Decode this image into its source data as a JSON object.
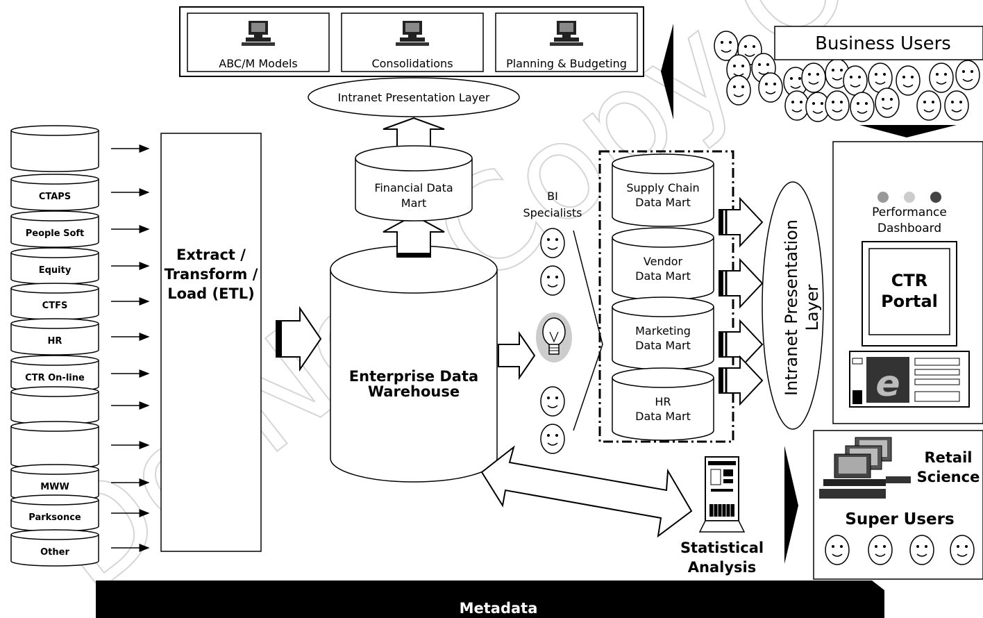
{
  "top_apps": [
    {
      "label": "ABC/M Models",
      "icon": "computer-icon"
    },
    {
      "label": "Consolidations",
      "icon": "computer-icon"
    },
    {
      "label": "Planning & Budgeting",
      "icon": "computer-icon"
    }
  ],
  "intranet_top": "Intranet Presentation Layer",
  "business_users": "Business Users",
  "sources": [
    "",
    "CTAPS",
    "People Soft",
    "Equity",
    "CTFS",
    "HR",
    "CTR On-line",
    "",
    "",
    "MWW",
    "Parksonce",
    "Other"
  ],
  "etl": [
    "Extract /",
    "Transform /",
    "Load (ETL)"
  ],
  "financial_mart": [
    "Financial Data",
    "Mart"
  ],
  "edw": [
    "Enterprise Data",
    "Warehouse"
  ],
  "bi_specialists": [
    "BI",
    "Specialists"
  ],
  "data_marts": [
    [
      "Supply Chain",
      "Data Mart"
    ],
    [
      "Vendor",
      "Data Mart"
    ],
    [
      "Marketing",
      "Data Mart"
    ],
    [
      "HR",
      "Data Mart"
    ]
  ],
  "intranet_right": [
    "Intranet Presentation",
    "Layer"
  ],
  "dashboard": [
    "Performance",
    "Dashboard"
  ],
  "portal": [
    "CTR",
    "Portal"
  ],
  "retail_science": [
    "Retail",
    "Science"
  ],
  "super_users": "Super Users",
  "statistical": [
    "Statistical",
    "Analysis"
  ],
  "metadata": "Metadata",
  "watermark": "Do Not Copy Or Print"
}
